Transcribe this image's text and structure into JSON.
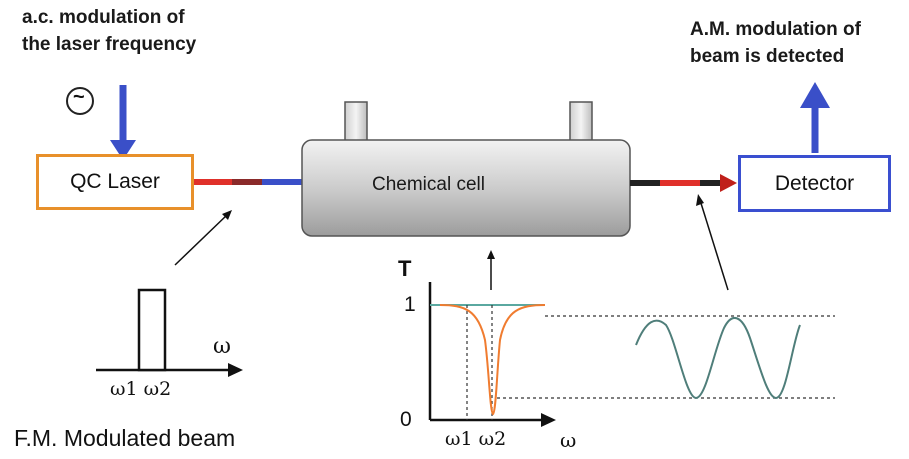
{
  "top_left_label": [
    "a.c. modulation of",
    "the laser frequency"
  ],
  "top_right_label": [
    "A.M. modulation of",
    "beam is detected"
  ],
  "ac_source_symbol": "~",
  "laser_label": "QC Laser",
  "cell_label": "Chemical cell",
  "detector_label": "Detector",
  "fm_plot": {
    "axis_label": "ω",
    "tick_labels": [
      "ω1 ω2"
    ],
    "caption": "F.M. Modulated beam"
  },
  "transmission_plot": {
    "y_axis_label": "T",
    "y_tick_top": "1",
    "y_tick_bottom": "0",
    "x_tick_labels": [
      "ω1 ω2"
    ],
    "x_axis_label": "ω"
  },
  "colors": {
    "laser_border": "#e8902a",
    "detector_border": "#3a4fd0",
    "arrow_blue": "#3a4fc8",
    "beam_red": "#e0302a",
    "curve_orange": "#f07c30",
    "baseline_teal": "#5aa8a0"
  }
}
